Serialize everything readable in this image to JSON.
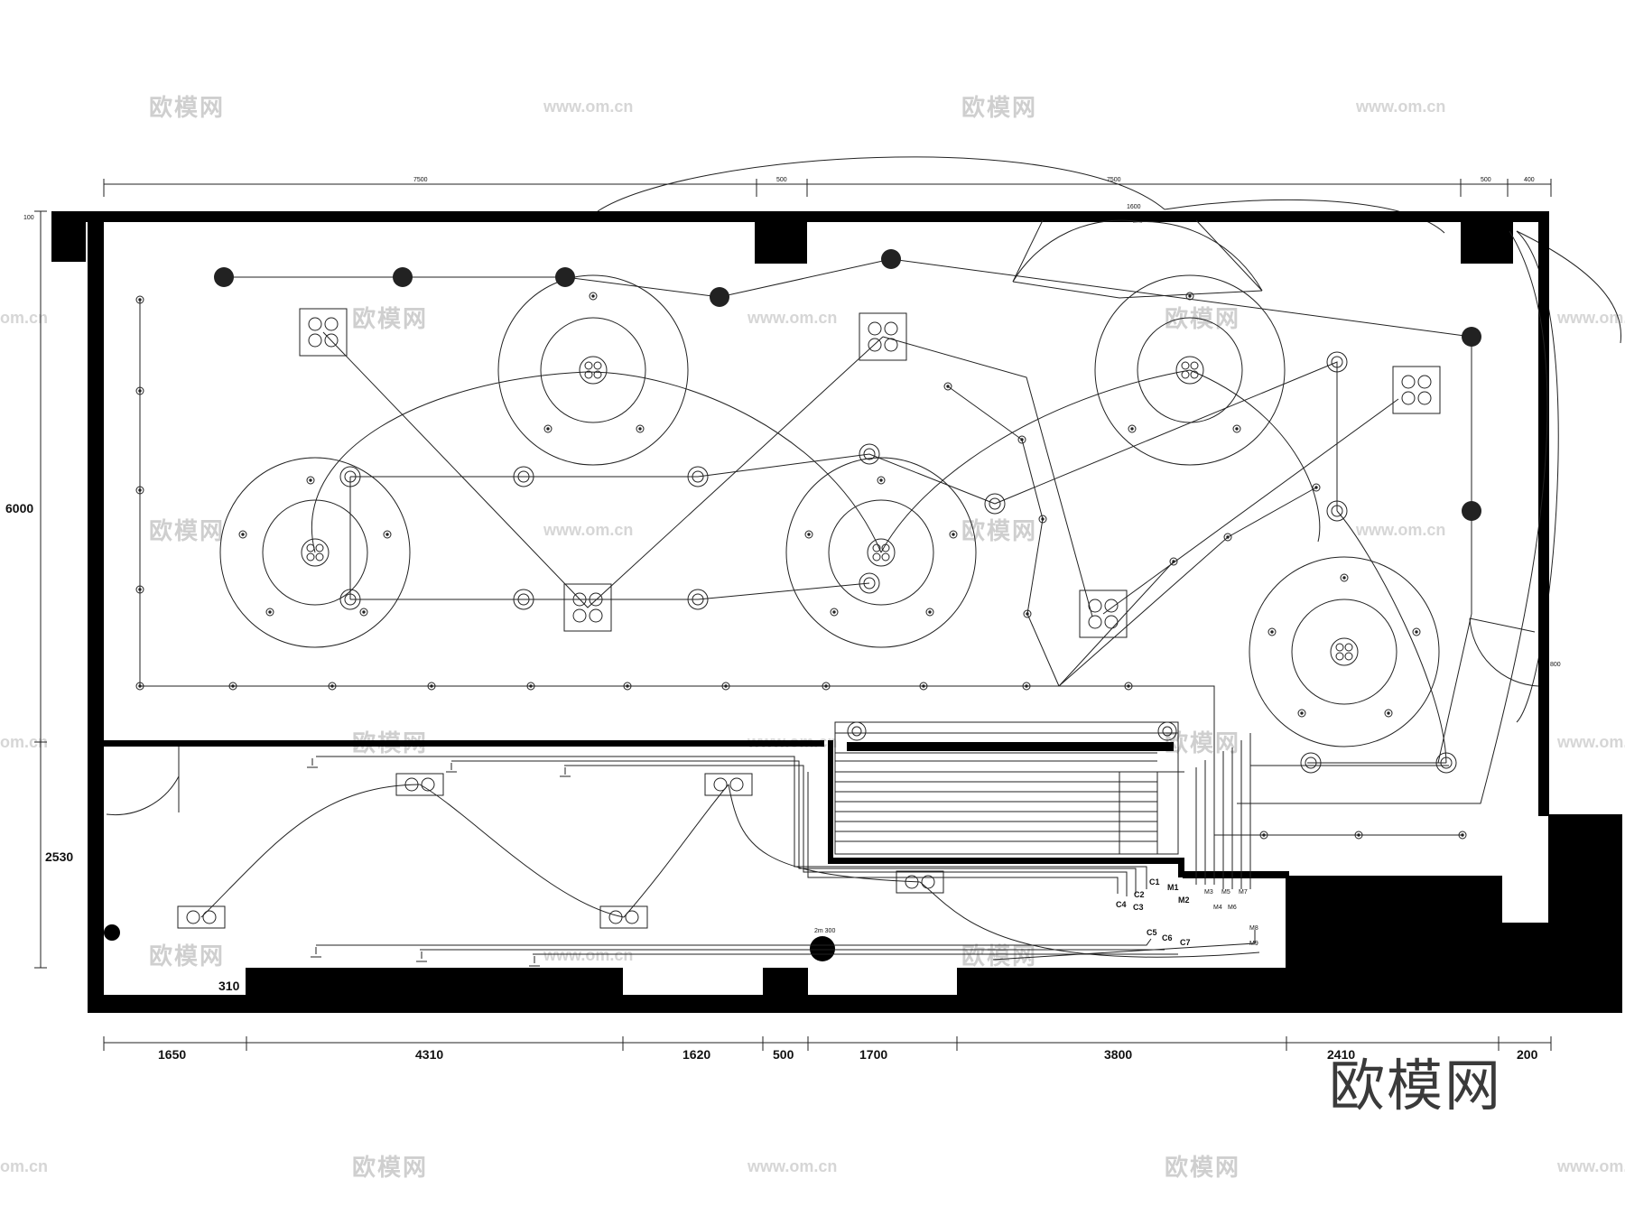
{
  "watermark": {
    "brand": "欧模网",
    "url": "www.om.cn",
    "url_partial": "om.cn"
  },
  "brand_logo": "欧模网",
  "dimensions": {
    "top_row": [
      "7500",
      "500",
      "7500",
      "500",
      "400"
    ],
    "top_door": "1600",
    "top_left_tick": "100",
    "bottom_row": [
      "1650",
      "4310",
      "1620",
      "500",
      "1700",
      "3800",
      "2410",
      "200"
    ],
    "left_column": [
      "6000",
      "2530"
    ],
    "corner_310": "310",
    "right_side": "800",
    "small_label": "2m 300"
  },
  "circuit_labels": {
    "c1": "C1",
    "c2": "C2",
    "c3": "C3",
    "c4": "C4",
    "c5": "C5",
    "c6": "C6",
    "c7": "C7",
    "m1": "M1",
    "m2": "M2",
    "m3": "M3",
    "m4": "M4",
    "m5": "M5",
    "m6": "M6",
    "m7": "M7",
    "m8": "M8",
    "m9": "M9"
  },
  "colors": {
    "wall": "#000000",
    "line": "#1a1a1a",
    "watermark": "#cfcfcf"
  }
}
